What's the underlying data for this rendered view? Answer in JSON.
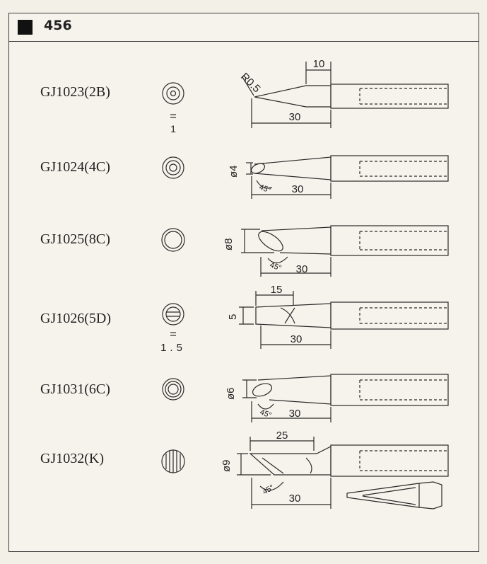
{
  "header": {
    "title": "456"
  },
  "tips": [
    {
      "model": "GJ1023(2B)",
      "front_note": "1",
      "dims": [
        "R0.5",
        "10",
        "30"
      ]
    },
    {
      "model": "GJ1024(4C)",
      "dims": [
        "ø4",
        "45°",
        "30"
      ]
    },
    {
      "model": "GJ1025(8C)",
      "dims": [
        "ø8",
        "45°",
        "30"
      ]
    },
    {
      "model": "GJ1026(5D)",
      "front_note": "1.5",
      "dims": [
        "15",
        "5",
        "30"
      ]
    },
    {
      "model": "GJ1031(6C)",
      "dims": [
        "ø6",
        "45°",
        "30"
      ]
    },
    {
      "model": "GJ1032(K)",
      "dims": [
        "25",
        "ø9",
        "45°",
        "30"
      ]
    }
  ],
  "colors": {
    "line": "#2a2a2a",
    "paper": "#f6f3ec"
  }
}
